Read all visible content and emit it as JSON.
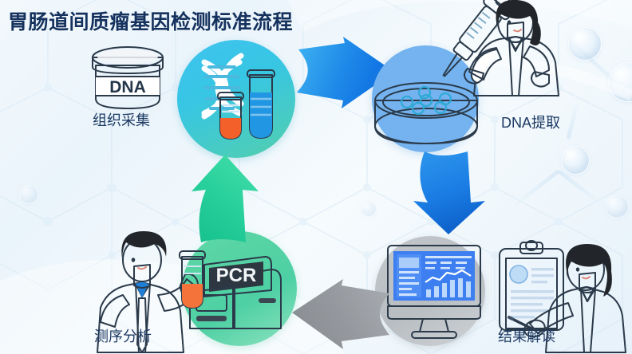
{
  "title": "胃肠道间质瘤基因检测标准流程",
  "colors": {
    "title_color": "#15325e",
    "label_color": "#1d3a63",
    "arrow_blue_light": "#39a9f0",
    "arrow_blue_dark": "#0f6fe0",
    "arrow_down_blue": "#1f7ae0",
    "arrow_gray": "#9a9ea3",
    "arrow_green_light": "#2fd39a",
    "arrow_green_dark": "#17b98a",
    "circle_helix_gradient_start": "#3fc3ef",
    "circle_helix_gradient_end": "#53cfac",
    "circle_dish": "#74b3ef",
    "circle_monitor": "#c3c7cb",
    "circle_pcr": "#5fd7a5",
    "background": "#eef6fc"
  },
  "steps": [
    {
      "id": "tissue-collection",
      "label": "组织采集",
      "icon": "dna-specimen-jar",
      "jar_text": "DNA"
    },
    {
      "id": "dna-extraction",
      "label": "DNA提取",
      "icon": "petri-dish-pipette"
    },
    {
      "id": "result-interpretation",
      "label": "结果解读",
      "icon": "clipboard-report"
    },
    {
      "id": "sequencing-analysis",
      "label": "测序分析",
      "icon": "pcr-machine",
      "machine_text": "PCR"
    }
  ],
  "icons": {
    "helix_circle": "dna-helix-test-tubes",
    "monitor_circle": "analysis-dashboard-monitor"
  },
  "arrows": [
    {
      "id": "arrow-right-top",
      "direction": "right",
      "color": "blue"
    },
    {
      "id": "arrow-down-right",
      "direction": "down",
      "color": "blue"
    },
    {
      "id": "arrow-left-bottom",
      "direction": "left",
      "color": "gray"
    },
    {
      "id": "arrow-up-left",
      "direction": "up",
      "color": "green"
    }
  ]
}
